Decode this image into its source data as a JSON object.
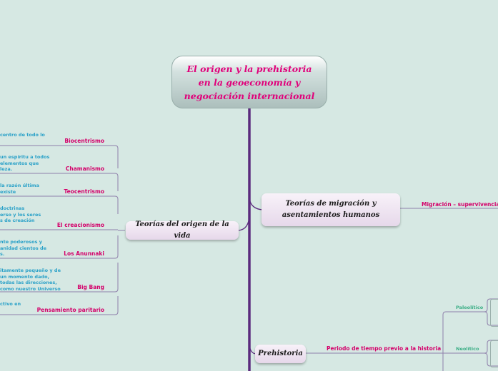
{
  "central": {
    "title": "El origen y la prehistoria en la geoeconomía y negociación internacional"
  },
  "theories": {
    "title": "Teorías del origen de la vida",
    "items": [
      {
        "label": "Biocentrismo",
        "desc": "centro de todo lo"
      },
      {
        "label": "Chamanismo",
        "desc": "un espíritu a todos\nelementos que\nleza."
      },
      {
        "label": "Teocentrismo",
        "desc": "la razón última\nexiste"
      },
      {
        "label": "El creacionismo",
        "desc": "doctrinas\nerso y los seres\ns de creación"
      },
      {
        "label": "Los Anunnaki",
        "desc": "nte poderosos y\nanidad cientos de\ns."
      },
      {
        "label": "Big Bang",
        "desc": "itamente pequeño y de\nun momento dado,\ntodas las direcciones,\ncomo nuestro Universo"
      },
      {
        "label": "Pensamiento paritario",
        "desc": "ctivo en"
      }
    ]
  },
  "migration": {
    "title": "Teorías de migración y asentamientos humanos",
    "child": "Migración – supervivencia –"
  },
  "prehistory": {
    "title": "Prehistoria",
    "child": "Periodo de tiempo previo a la historia",
    "periods": [
      "Paleolítico",
      "Neolítico"
    ]
  },
  "colors": {
    "trunk": "#5b2a7e",
    "link": "#8f80ab",
    "accent": "#e0007a",
    "background": "#d6e8e3"
  }
}
